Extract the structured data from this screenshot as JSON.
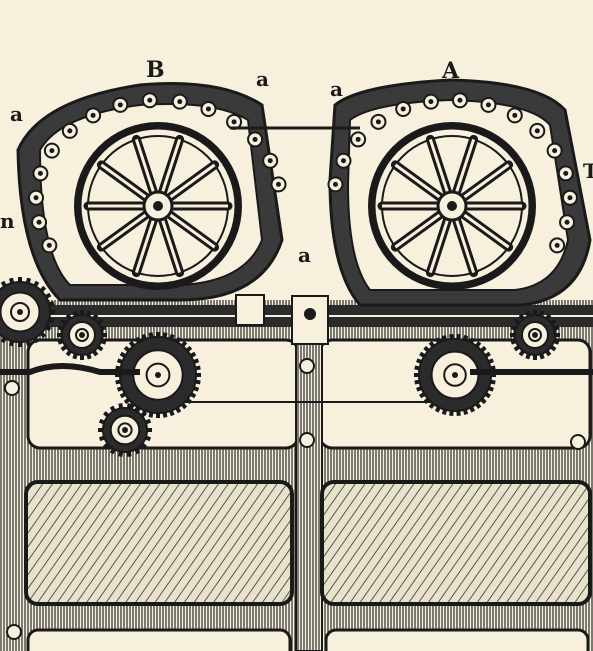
{
  "labels": {
    "drum_b": "B",
    "drum_a": "A",
    "a_left_outer": "a",
    "a_b_right": "a",
    "a_a_left": "a",
    "a_center": "a",
    "edge_left": "n",
    "edge_right": "T"
  },
  "colors": {
    "paper": "#f6f0dc",
    "ink": "#1a1a1a",
    "hatch": "#3a3a3a"
  }
}
